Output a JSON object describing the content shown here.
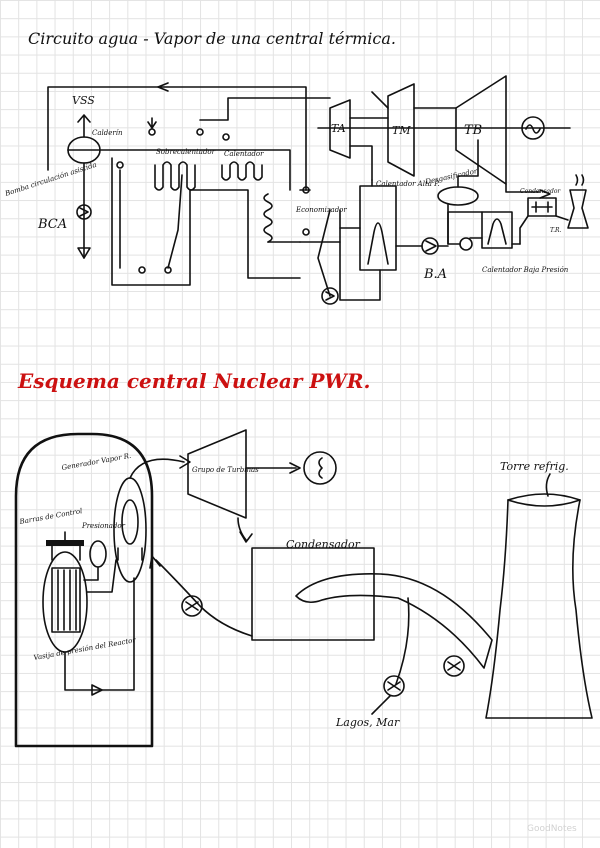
{
  "section1": {
    "title": "Circuito agua - Vapor de una central térmica.",
    "labels": {
      "vss": "VSS",
      "calderin": "Calderín",
      "bomba_circulacion": "Bomba circulación asistida",
      "bca": "BCA",
      "sobrecalentador": "Sobrecalentador",
      "calentador_top": "Calentador",
      "economizador": "Economizador",
      "calentador_ap": "Calentador Alta P.",
      "desgasificador": "Desgasificador",
      "condensador": "Condensador",
      "calentador_bp": "Calentador Baja Presión",
      "ba": "B.A",
      "ta": "TA",
      "tm": "TM",
      "tb": "TB",
      "torre": "T.R."
    }
  },
  "section2": {
    "title": "Esquema central Nuclear PWR.",
    "labels": {
      "generador_vapor": "Generador Vapor R.",
      "barras_control": "Barras de Control",
      "presionador": "Presionador",
      "vasija": "Vasija de presión del Reactor",
      "turbinas": "Grupo de Turbinas",
      "condensador": "Condensador",
      "torre": "Torre refrig.",
      "lagos": "Lagos, Mar"
    }
  },
  "watermark": "GoodNotes"
}
